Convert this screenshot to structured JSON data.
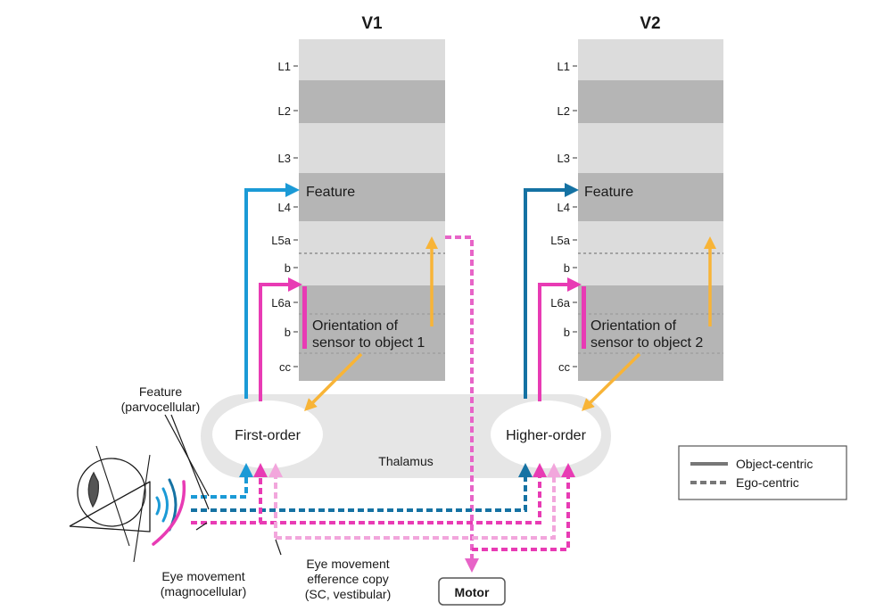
{
  "columns": {
    "v1_title": "V1",
    "v2_title": "V2"
  },
  "layers": {
    "l1": "L1",
    "l2": "L2",
    "l3": "L3",
    "l4": "L4",
    "l5a": "L5a",
    "l5b": "b",
    "l6a": "L6a",
    "l6b": "b",
    "cc": "cc"
  },
  "labels": {
    "feature_v1": "Feature",
    "feature_v2": "Feature",
    "orient_v1_line1": "Orientation of",
    "orient_v1_line2": "sensor to object 1",
    "orient_v2_line1": "Orientation of",
    "orient_v2_line2": "sensor to object 2",
    "first_order": "First-order",
    "higher_order": "Higher-order",
    "thalamus": "Thalamus",
    "feature_input_line1": "Feature",
    "feature_input_line2": "(parvocellular)",
    "eye_move_line1": "Eye movement",
    "eye_move_line2": "(magnocellular)",
    "efference_line1": "Eye movement",
    "efference_line2": "efference copy",
    "efference_line3": "(SC, vestibular)",
    "motor": "Motor"
  },
  "legend": {
    "solid": "Object-centric",
    "dashed": "Ego-centric"
  },
  "colors": {
    "blue": "#1b9ad6",
    "dark_blue": "#1572a3",
    "magenta": "#e83bb4",
    "light_pink": "#f2a6dc",
    "pink": "#e764c7",
    "orange": "#f8b437",
    "light_gray": "#dcdcdc",
    "dark_gray": "#b5b5b5",
    "thalamus_gray": "#e6e6e6"
  },
  "icons": [
    "eye-icon",
    "signal-waves-icon"
  ]
}
